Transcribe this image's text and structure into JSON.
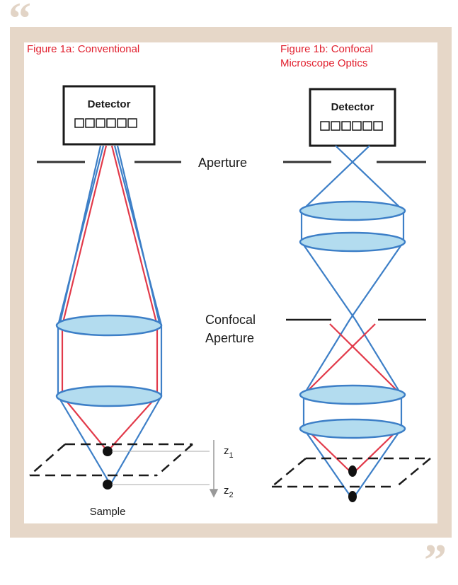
{
  "quotes": {
    "open": "“",
    "close": "”"
  },
  "figure_a": {
    "title": "Figure 1a: Conventional",
    "detector_label": "Detector",
    "sample_label": "Sample",
    "z1_label": "z",
    "z1_sub": "1",
    "z2_label": "z",
    "z2_sub": "2"
  },
  "figure_b": {
    "title_line1": "Figure 1b: Confocal",
    "title_line2": "Microscope Optics",
    "detector_label": "Detector"
  },
  "shared_labels": {
    "aperture": "Aperture",
    "confocal_line1": "Confocal",
    "confocal_line2": "Aperture"
  },
  "colors": {
    "blue_ray": "#3d7fc7",
    "red_ray": "#e23a4a",
    "lens_fill": "#b3dcef",
    "title_red": "#e1202e",
    "frame": "#e6d7c8"
  }
}
